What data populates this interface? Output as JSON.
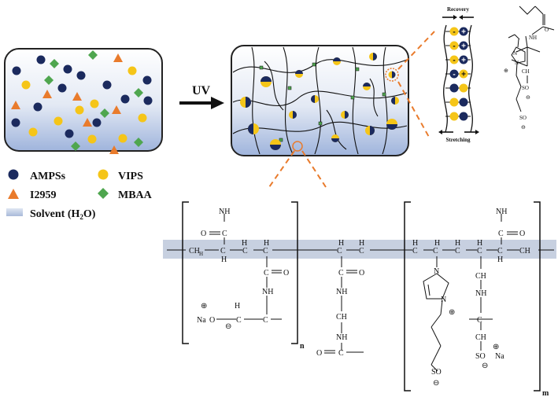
{
  "process": {
    "arrow_label": "UV"
  },
  "legend": [
    {
      "shape": "circle",
      "color": "#1b2a5e",
      "label": "AMPSs"
    },
    {
      "shape": "circle",
      "color": "#f5c518",
      "label": "VIPS"
    },
    {
      "shape": "triangle",
      "color": "#e97b2c",
      "label": "I2959"
    },
    {
      "shape": "diamond",
      "color": "#4fa64f",
      "label": "MBAA"
    },
    {
      "shape": "bar",
      "color": "#b4c4e0",
      "label": "Solvent (H",
      "sub": "2",
      "tail": "O)"
    }
  ],
  "inset": {
    "top_label": "Recovery",
    "bottom_label": "Stretching",
    "charges": [
      "-",
      "+",
      "-",
      "+",
      "-",
      "+",
      "-",
      "+"
    ]
  },
  "vips_structure": {
    "nh": "NH",
    "o": "O",
    "ch2": "CH",
    "so3": "SO",
    "n": "N",
    "plus": "⊕",
    "minus": "⊖"
  },
  "formula": {
    "subscript_n": "n",
    "subscript_m": "m",
    "ch2": "CH",
    "h2": "H",
    "c": "C",
    "h": "H",
    "nh2": "NH",
    "o": "O",
    "nh": "NH",
    "n": "N",
    "na": "Na",
    "so3": "SO",
    "o3s": "O",
    "plus": "⊕",
    "minus": "⊖"
  },
  "colors": {
    "amps": "#1b2a5e",
    "vips": "#f5c518",
    "initiator": "#e97b2c",
    "crosslinker": "#4fa64f",
    "highlight": "#e97b2c",
    "backbone_band": "#c7d0e0"
  }
}
